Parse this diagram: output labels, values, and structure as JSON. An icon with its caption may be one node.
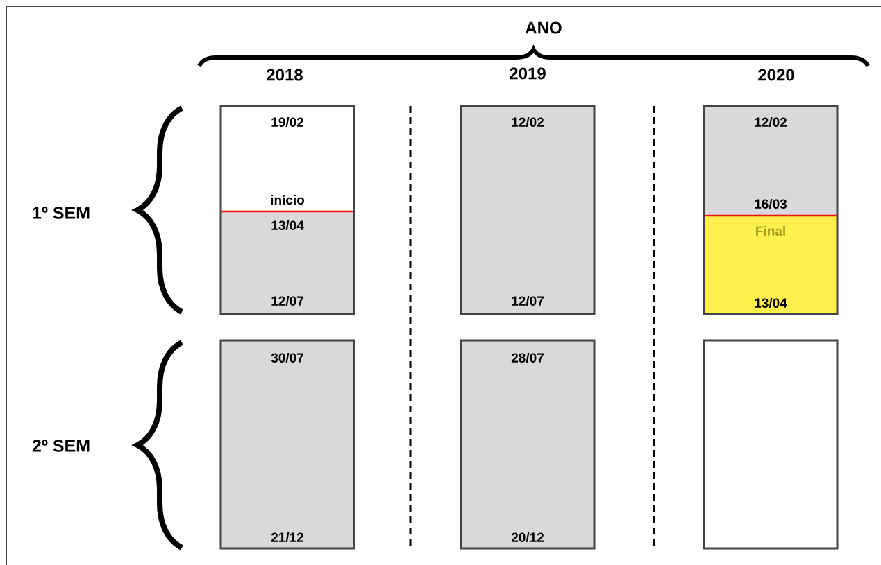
{
  "diagram": {
    "nodes": [
      {
        "text": [
          "19/02",
          "início",
          "13/04",
          "12/07"
        ]
      },
      {
        "text": [
          "12/02",
          "12/07"
        ]
      },
      {
        "text": [
          "12/02",
          "16/03",
          "Final",
          "13/04"
        ]
      },
      {
        "text": [
          "30/07",
          "21/12"
        ]
      },
      {
        "text": [
          "28/07",
          "20/12"
        ]
      },
      {
        "text": [],
        "shape": "box"
      }
    ],
    "labels": [
      "ANO",
      "2018",
      "2019",
      "2020",
      "1º SEM",
      "2º SEM"
    ]
  }
}
